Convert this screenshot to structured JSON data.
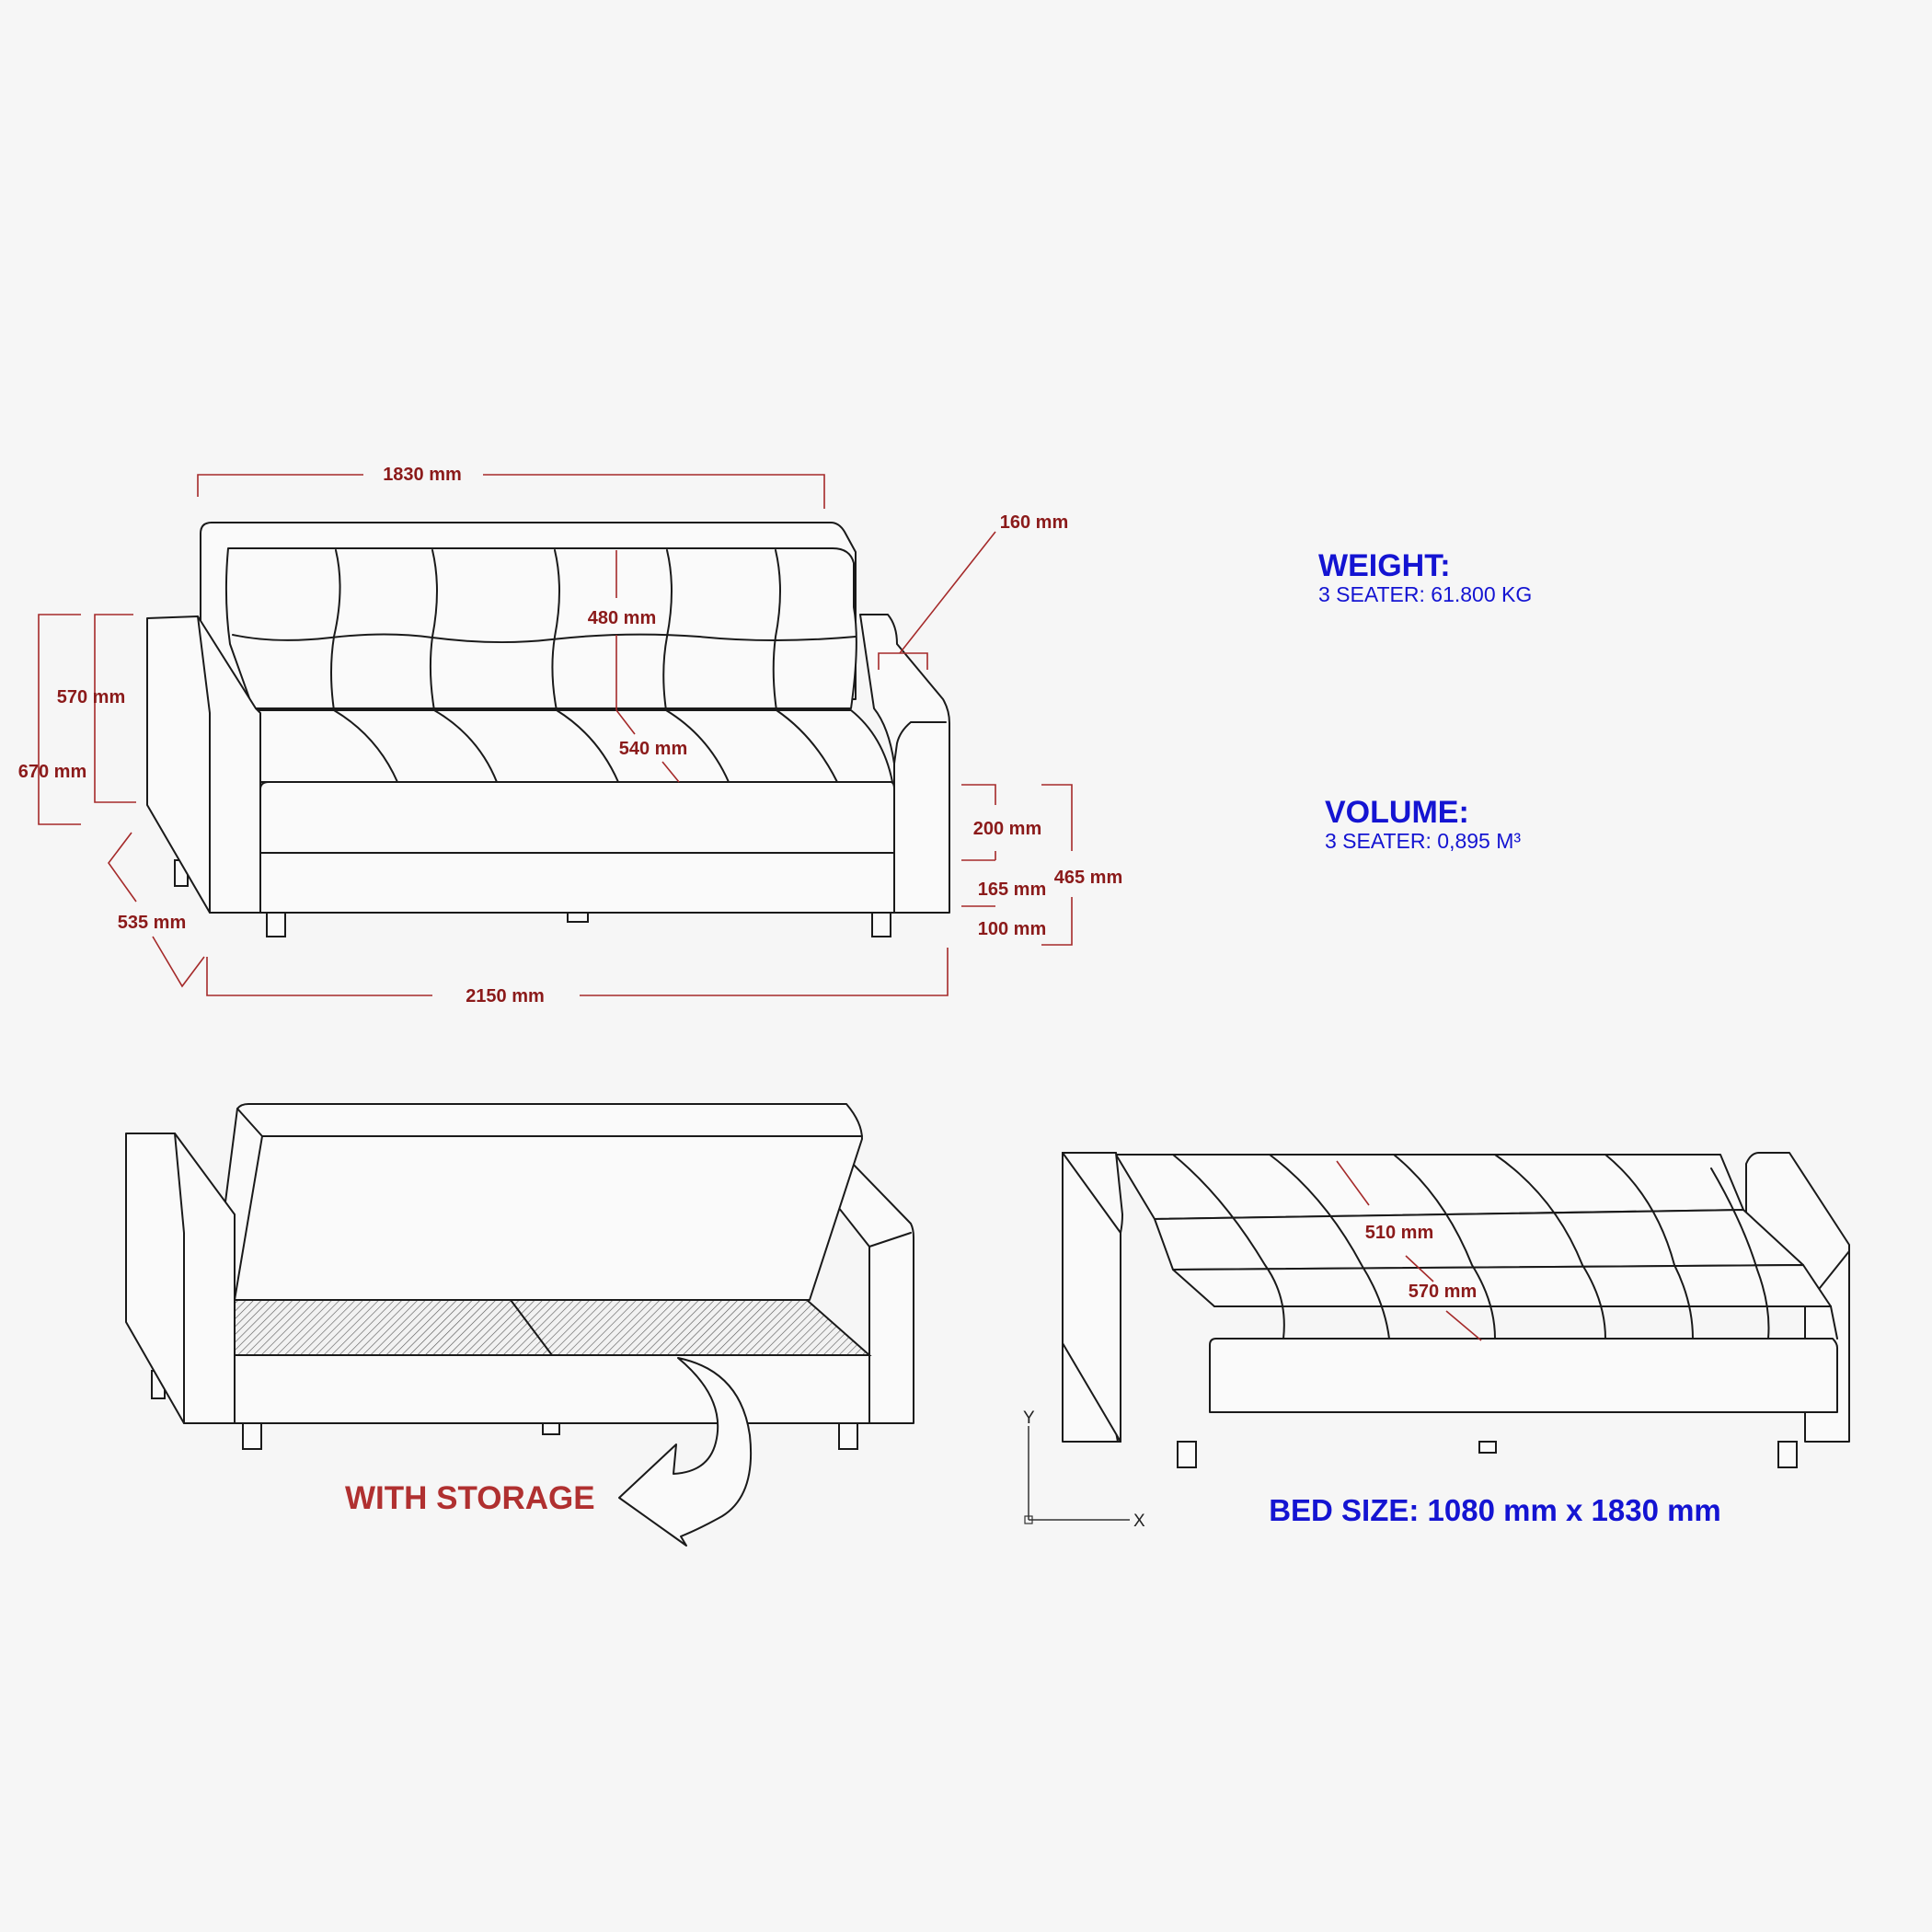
{
  "dimensions": {
    "top_width": "1830 mm",
    "armrest_width": "160 mm",
    "backrest_height": "480 mm",
    "seat_depth": "540 mm",
    "arm_height": "570 mm",
    "total_height": "670 mm",
    "cushion_height": "200 mm",
    "base_height": "165 mm",
    "leg_height": "100 mm",
    "seat_height": "465 mm",
    "depth": "535 mm",
    "total_width": "2150 mm"
  },
  "weight": {
    "title": "WEIGHT:",
    "value": "3 SEATER: 61.800 KG"
  },
  "volume": {
    "title": "VOLUME:",
    "value": "3 SEATER: 0,895 M³"
  },
  "storage_label": "WITH STORAGE",
  "bed": {
    "dim_width": "510 mm",
    "dim_length": "570 mm",
    "size_label": "BED SIZE: 1080 mm x 1830 mm"
  },
  "axes": {
    "x": "X",
    "y": "Y"
  },
  "colors": {
    "background": "#f6f6f6",
    "dimension": "#8b1a1a",
    "info": "#1414d2",
    "storage": "#b03030"
  }
}
